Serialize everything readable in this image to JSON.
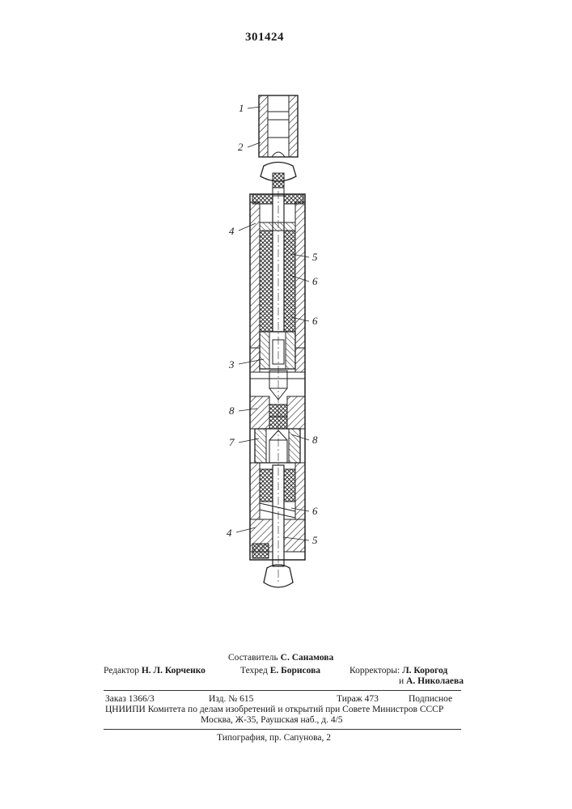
{
  "patent_number": "301424",
  "labels": {
    "l1": "1",
    "l2": "2",
    "l4a": "4",
    "l5a": "5",
    "l6a": "6",
    "l6b": "6",
    "l3": "3",
    "l8a": "8",
    "l7": "7",
    "l8b": "8",
    "l6c": "6",
    "l4b": "4",
    "l5b": "5"
  },
  "credits": {
    "compiler_label": "Составитель",
    "compiler_name": "С. Санамова",
    "editor_label": "Редактор",
    "editor_name": "Н. Л. Корченко",
    "techred_label": "Техред",
    "techred_name": "Е. Борисова",
    "correctors_label": "Корректоры:",
    "corrector1_name": "Л. Корогод",
    "corrector2_prefix": "и",
    "corrector2_name": "А. Николаева"
  },
  "imprint": {
    "order": "Заказ 1366/3",
    "issue": "Изд. № 615",
    "print_run": "Тираж 473",
    "subscription": "Подписное",
    "org_line": "ЦНИИПИ Комитета по делам изобретений и открытий при Совете Министров СССР",
    "address": "Москва, Ж-35, Раушская наб., д. 4/5",
    "printer": "Типография, пр. Сапунова, 2"
  }
}
